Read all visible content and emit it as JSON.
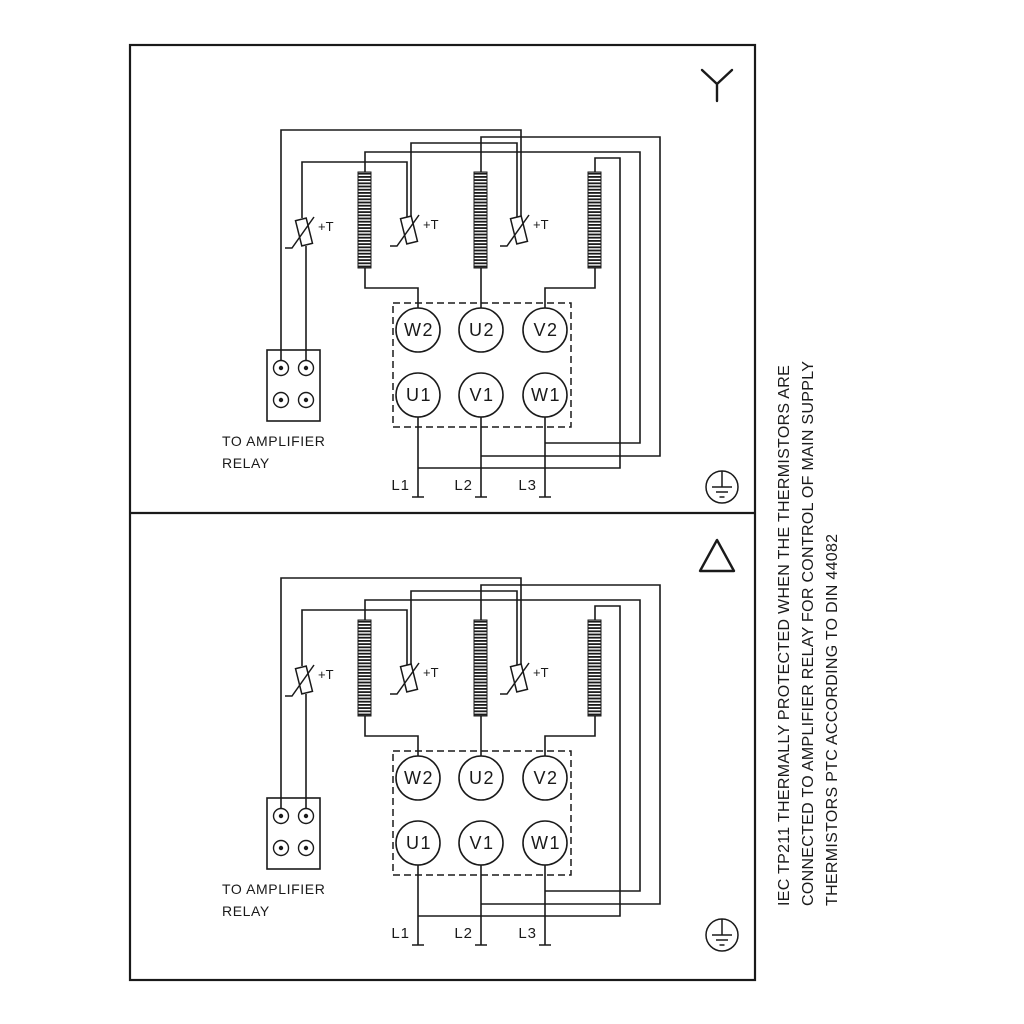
{
  "note_lines": [
    "IEC TP211 THERMALLY PROTECTED WHEN THE THERMISTORS ARE",
    "CONNECTED TO AMPLIFIER RELAY FOR CONTROL OF MAIN SUPPLY",
    "THERMISTORS PTC ACCORDING TO DIN 44082"
  ],
  "thermistor_label": "+T",
  "relay_label": {
    "line1": "TO AMPLIFIER",
    "line2": "RELAY"
  },
  "panels": [
    {
      "id": "star",
      "connection_symbol": "star-icon",
      "terminals_top": [
        "W2",
        "U2",
        "V2"
      ],
      "terminals_bottom": [
        "U1",
        "V1",
        "W1"
      ],
      "supply": [
        "L1",
        "L2",
        "L3"
      ]
    },
    {
      "id": "delta",
      "connection_symbol": "delta-icon",
      "terminals_top": [
        "W2",
        "U2",
        "V2"
      ],
      "terminals_bottom": [
        "U1",
        "V1",
        "W1"
      ],
      "supply": [
        "L1",
        "L2",
        "L3"
      ]
    }
  ],
  "colors": {
    "ink": "#1a1a1a",
    "background": "#ffffff"
  }
}
